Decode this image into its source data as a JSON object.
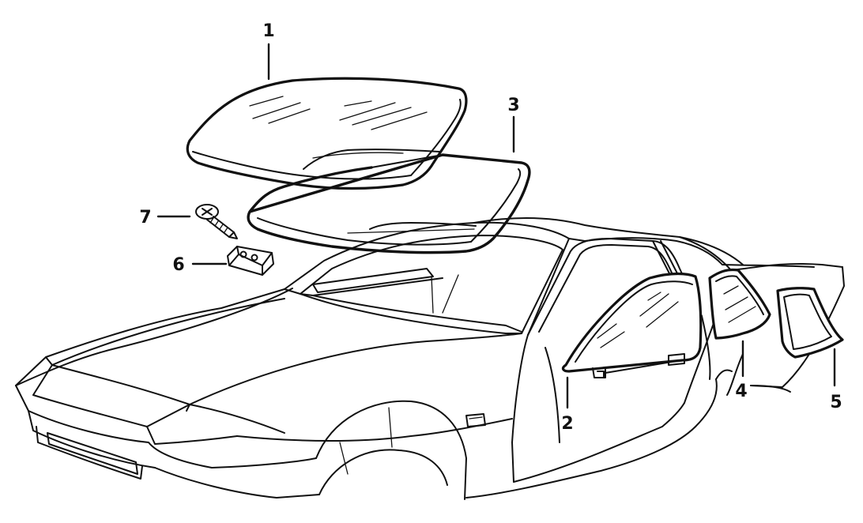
{
  "callouts": [
    {
      "id": "1"
    },
    {
      "id": "2"
    },
    {
      "id": "3"
    },
    {
      "id": "4"
    },
    {
      "id": "5"
    },
    {
      "id": "6"
    },
    {
      "id": "7"
    }
  ]
}
